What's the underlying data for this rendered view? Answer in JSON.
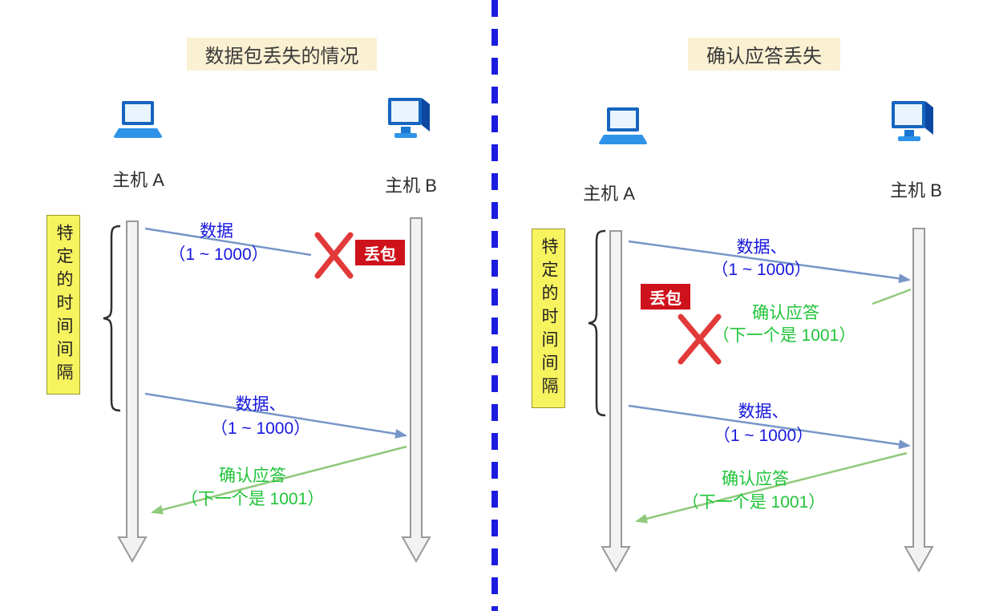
{
  "colors": {
    "divider": "#1c1ce0",
    "title_bg": "#faf0d2",
    "interval_bg": "#f7f35f",
    "data_text": "#1717dd",
    "ack_text": "#21c43a",
    "data_arrow": "#7796c8",
    "ack_arrow": "#8fc97a",
    "loss_badge_bg": "#ce121b",
    "loss_x": "#e23a3a",
    "timeline_fill": "#f2f2f2",
    "timeline_stroke": "#999999"
  },
  "icons": {
    "host_a": "laptop-icon",
    "host_b": "desktop-icon"
  },
  "left_panel": {
    "title": "数据包丢失的情况",
    "host_a": "主机 A",
    "host_b": "主机 B",
    "interval_label": "特定的时间间隔",
    "msg1": {
      "line1": "数据",
      "line2": "（1 ~ 1000）"
    },
    "loss_badge": "丢包",
    "msg2": {
      "line1": "数据、",
      "line2": "（1 ~ 1000）"
    },
    "ack": {
      "line1": "确认应答",
      "line2": "（下一个是 1001）"
    }
  },
  "right_panel": {
    "title": "确认应答丢失",
    "host_a": "主机 A",
    "host_b": "主机 B",
    "interval_label": "特定的时间间隔",
    "msg1": {
      "line1": "数据、",
      "line2": "（1 ~ 1000）"
    },
    "loss_badge": "丢包",
    "ack_lost": {
      "line1": "确认应答",
      "line2": "（下一个是 1001）"
    },
    "msg2": {
      "line1": "数据、",
      "line2": "（1 ~ 1000）"
    },
    "ack": {
      "line1": "确认应答",
      "line2": "（下一个是 1001）"
    }
  }
}
